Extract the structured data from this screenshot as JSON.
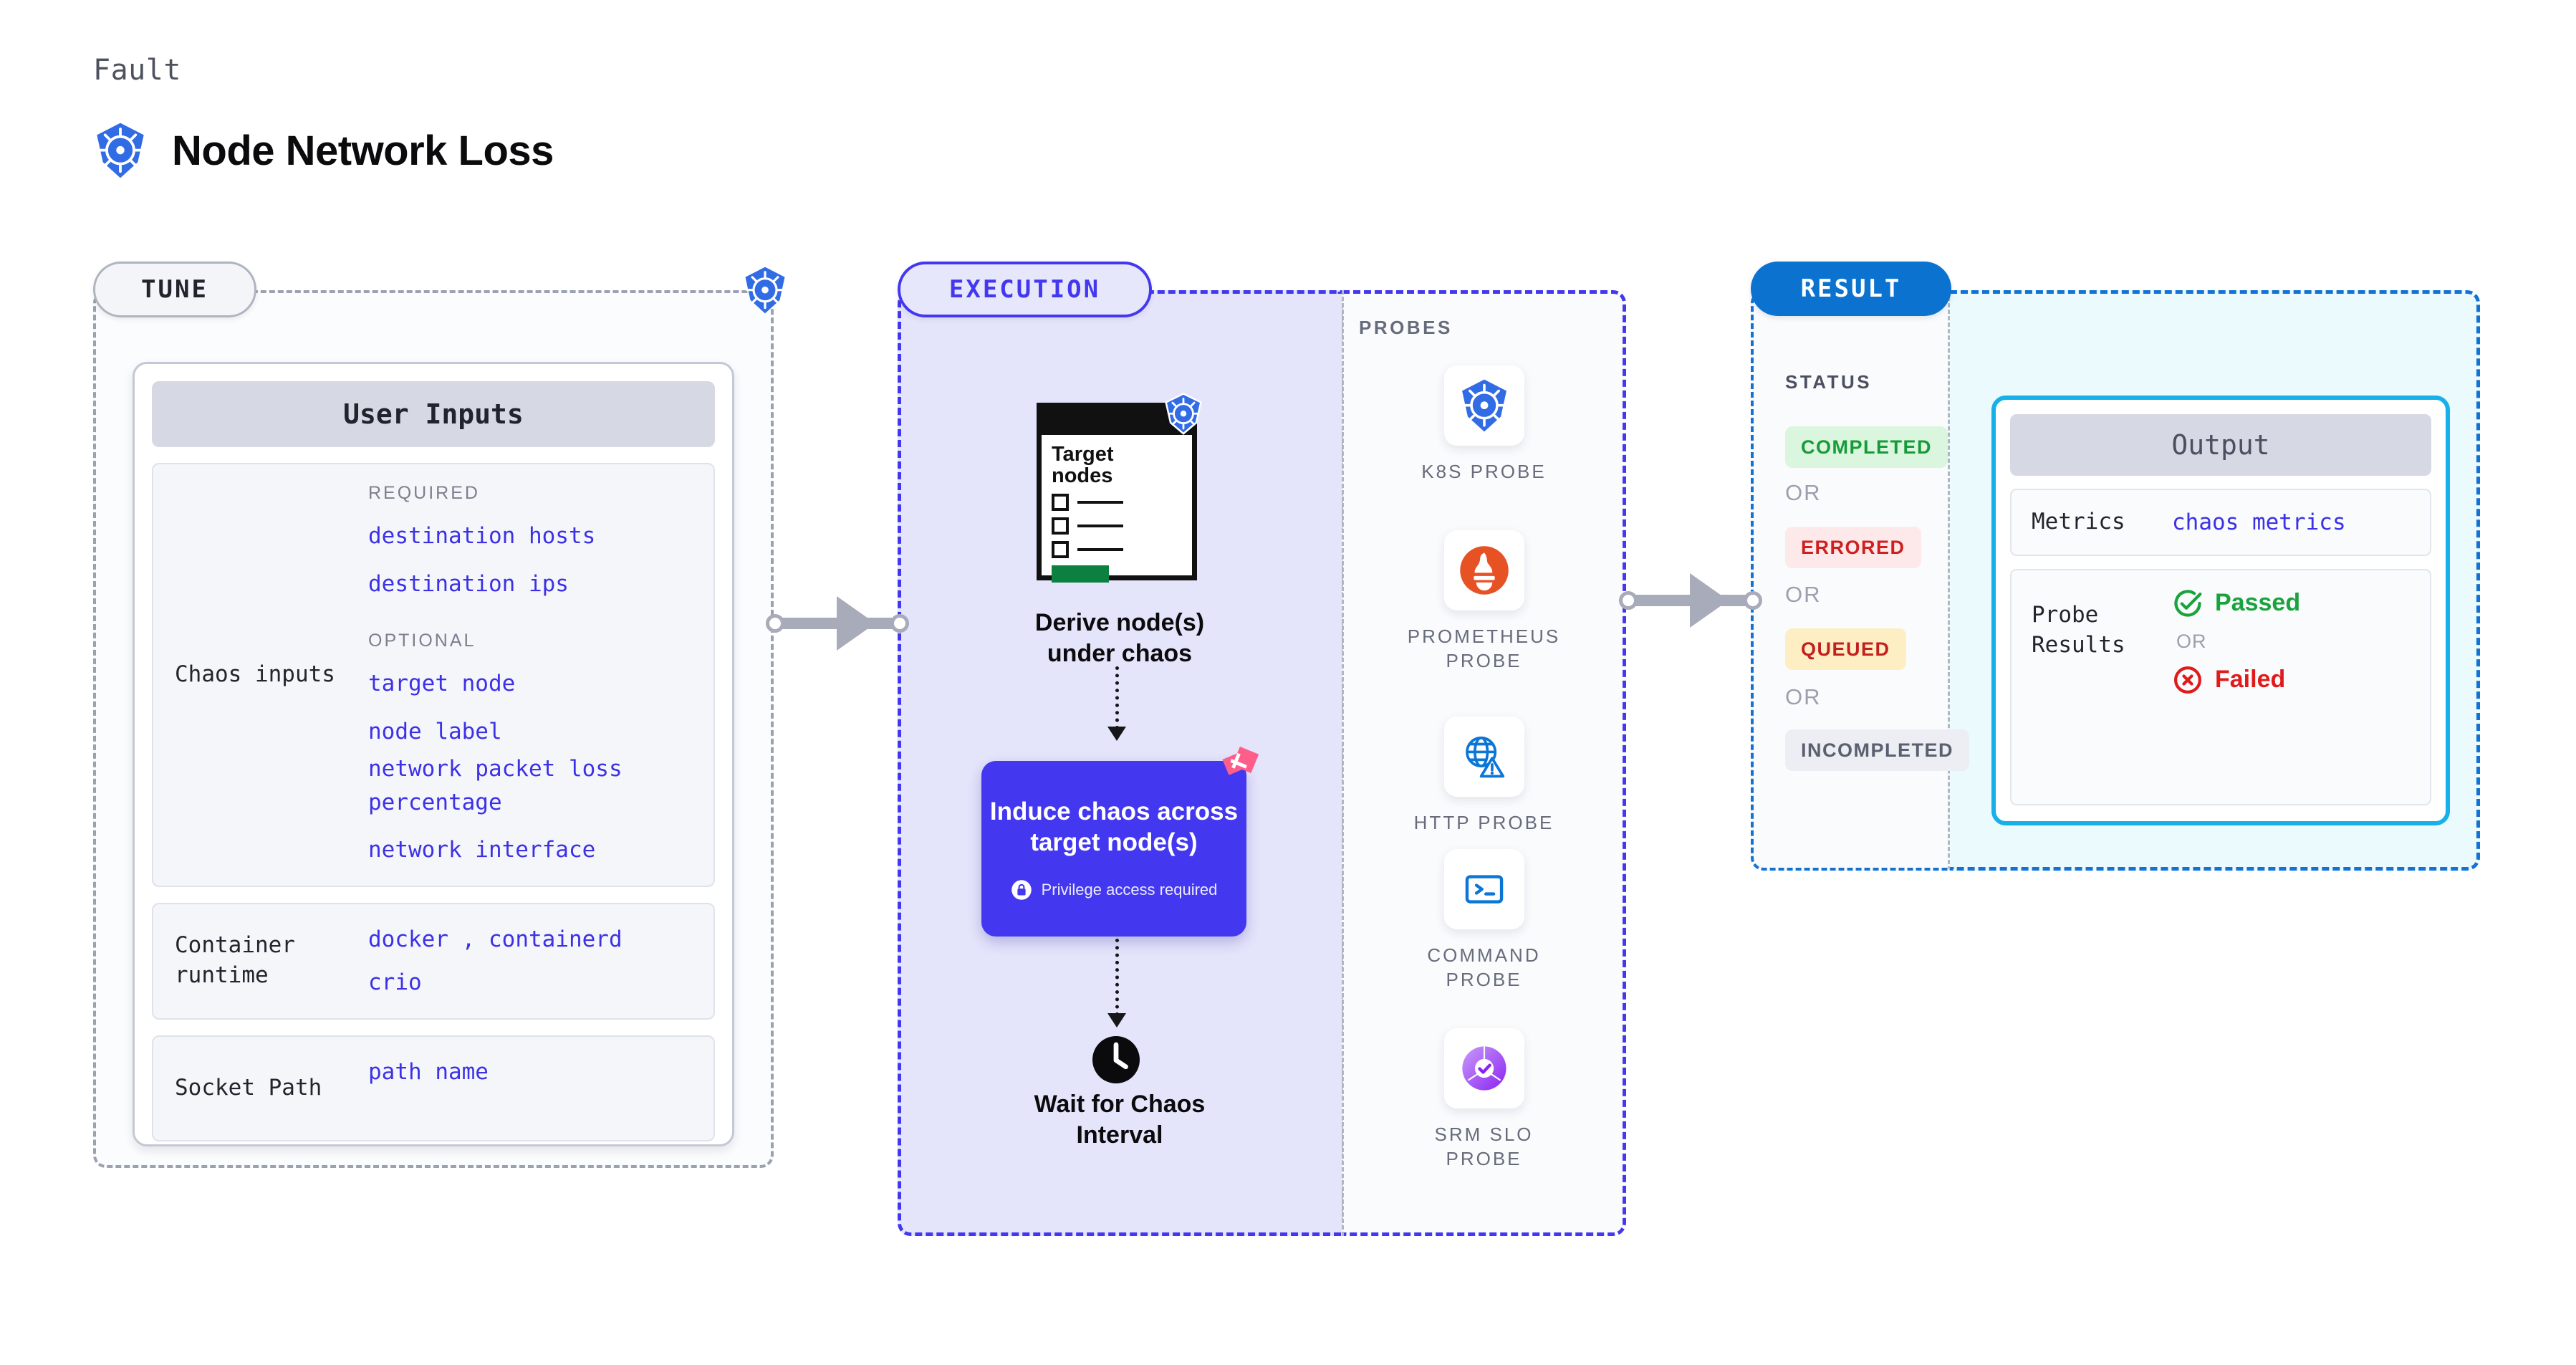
{
  "header": {
    "eyebrow": "Fault",
    "title": "Node Network Loss",
    "icon": "kubernetes-icon"
  },
  "stages": {
    "tune": {
      "label": "TUNE"
    },
    "execution": {
      "label": "EXECUTION"
    },
    "result": {
      "label": "RESULT"
    }
  },
  "tune": {
    "card_title": "User Inputs",
    "rows": [
      {
        "label": "Chaos inputs",
        "groups": [
          {
            "title": "REQUIRED",
            "values": [
              "destination hosts",
              "destination ips"
            ]
          },
          {
            "title": "OPTIONAL",
            "values": [
              "target node",
              "node label",
              "network packet loss percentage",
              "network interface"
            ]
          }
        ]
      },
      {
        "label": "Container runtime",
        "values_line1": "docker",
        "values_comma": ",",
        "values_line1b": "containerd",
        "values_line2": "crio"
      },
      {
        "label": "Socket Path",
        "value": "path name"
      }
    ]
  },
  "execution": {
    "node_card": {
      "title_line1": "Target",
      "title_line2": "nodes",
      "badge_icon": "kubernetes-icon"
    },
    "step1_caption": "Derive node(s)\nunder chaos",
    "chaos_box": {
      "title": "Induce chaos across target node(s)",
      "privilege_note": "Privilege access required",
      "privilege_icon": "lock-icon",
      "brand_icon": "harness-logo-icon",
      "color": "#4338ef"
    },
    "step3_caption": "Wait for Chaos\nInterval",
    "clock_icon": "clock-icon"
  },
  "probes": {
    "title": "PROBES",
    "items": [
      {
        "label": "K8S PROBE",
        "icon": "kubernetes-icon"
      },
      {
        "label": "PROMETHEUS\nPROBE",
        "icon": "prometheus-icon"
      },
      {
        "label": "HTTP PROBE",
        "icon": "globe-warning-icon"
      },
      {
        "label": "COMMAND\nPROBE",
        "icon": "terminal-icon"
      },
      {
        "label": "SRM SLO\nPROBE",
        "icon": "slo-donut-icon"
      }
    ]
  },
  "result": {
    "status_title": "STATUS",
    "or_label": "OR",
    "statuses": [
      {
        "label": "COMPLETED",
        "fg": "#179b38",
        "bg": "#dbf6de"
      },
      {
        "label": "ERRORED",
        "fg": "#cf1f1f",
        "bg": "#fde9e9"
      },
      {
        "label": "QUEUED",
        "fg": "#c41f1f",
        "bg": "#fdeec4"
      },
      {
        "label": "INCOMPLETED",
        "fg": "#5a6070",
        "bg": "#eceef3"
      }
    ],
    "output": {
      "title": "Output",
      "metrics_label": "Metrics",
      "metrics_value": "chaos metrics",
      "probe_results_label": "Probe Results",
      "passed_label": "Passed",
      "failed_label": "Failed",
      "or_label": "OR",
      "passed_icon": "check-circle-icon",
      "failed_icon": "x-circle-icon"
    }
  },
  "connectors": {
    "tune_to_exec": "arrow-right",
    "exec_to_result": "arrow-right"
  }
}
